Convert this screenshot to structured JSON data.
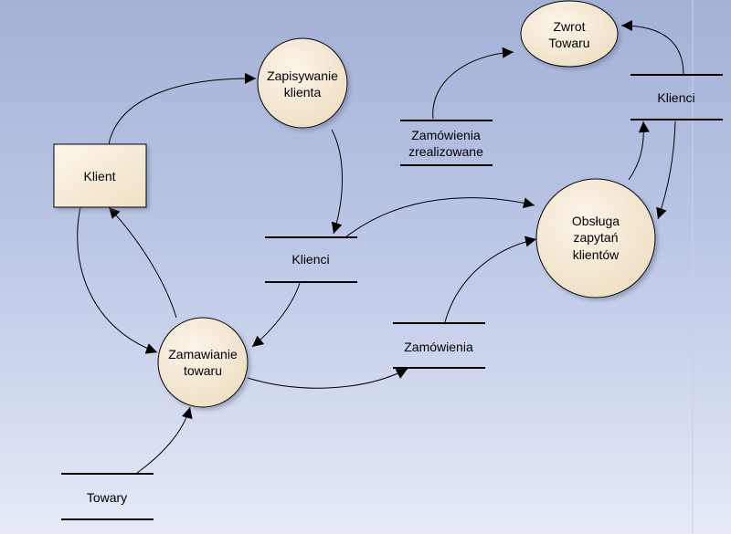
{
  "colors": {
    "background_top": "#a3b1d7",
    "background_bottom": "#e6ebf7",
    "process_fill": "#f6ead6",
    "entity_fill": "#f6ead6",
    "stroke": "#000000"
  },
  "entity": {
    "label": "Klient"
  },
  "processes": {
    "zapisywanie": {
      "line1": "Zapisywanie",
      "line2": "klienta"
    },
    "zamawianie": {
      "line1": "Zamawianie",
      "line2": "towaru"
    },
    "obsluga": {
      "line1": "Obsługa",
      "line2": "zapytań",
      "line3": "klientów"
    },
    "zwrot": {
      "line1": "Zwrot",
      "line2": "Towaru"
    }
  },
  "stores": {
    "klienci_mid": {
      "label": "Klienci"
    },
    "klienci_top": {
      "label": "Klienci"
    },
    "zamowienia_zreal": {
      "line1": "Zamówienia",
      "line2": "zrealizowane"
    },
    "zamowienia": {
      "label": "Zamówienia"
    },
    "towary": {
      "label": "Towary"
    }
  }
}
